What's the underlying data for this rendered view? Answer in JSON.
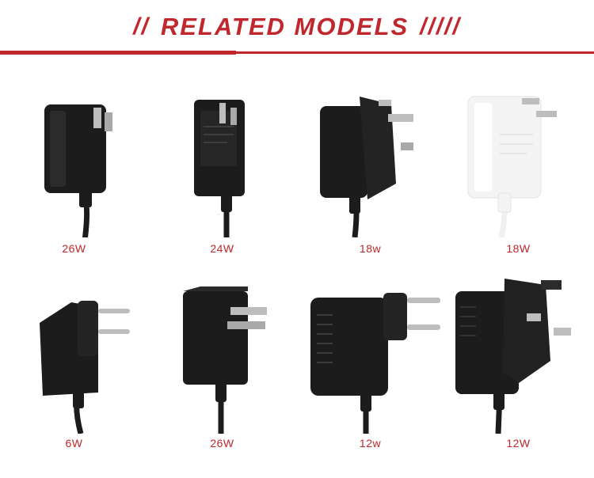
{
  "header": {
    "left_marks": "//",
    "title": "RELATED MODELS",
    "right_marks": "/////"
  },
  "colors": {
    "accent": "#c0282d",
    "product_black": "#1c1c1c",
    "product_white": "#f4f4f4"
  },
  "products": [
    {
      "label": "26W",
      "plug": "us",
      "color": "black"
    },
    {
      "label": "24W",
      "plug": "us",
      "color": "black"
    },
    {
      "label": "18w",
      "plug": "uk",
      "color": "black"
    },
    {
      "label": "18W",
      "plug": "us",
      "color": "white"
    },
    {
      "label": "6W",
      "plug": "eu",
      "color": "black"
    },
    {
      "label": "26W",
      "plug": "us",
      "color": "black"
    },
    {
      "label": "12w",
      "plug": "eu",
      "color": "black"
    },
    {
      "label": "12W",
      "plug": "uk",
      "color": "black"
    }
  ]
}
